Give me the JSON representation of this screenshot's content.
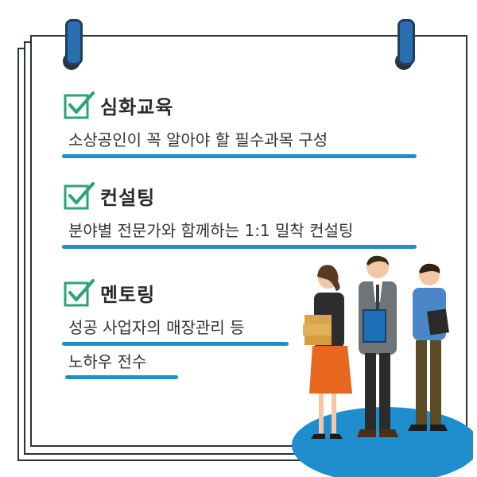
{
  "sections": [
    {
      "title": "심화교육",
      "lines": [
        "소상공인이 꼭 알아야 할 필수과목 구성"
      ]
    },
    {
      "title": "컨설팅",
      "lines": [
        "분야별 전문가와 함께하는 1:1 밀착 컨설팅"
      ]
    },
    {
      "title": "멘토링",
      "lines": [
        "성공 사업자의 매장관리 등",
        "노하우 전수"
      ]
    }
  ],
  "colors": {
    "accent": "#1f8ecf",
    "check": "#2aa37a",
    "frame": "#2b3338",
    "clip": "#2b6fb3"
  }
}
